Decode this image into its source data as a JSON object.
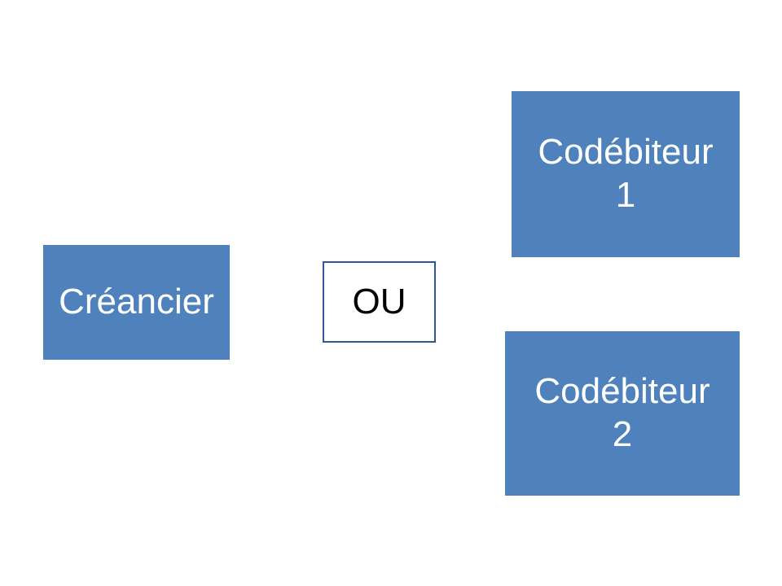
{
  "diagram": {
    "creditor": {
      "label": "Créancier"
    },
    "connector": {
      "label": "OU"
    },
    "co_debtor_1": {
      "line1": "Codébiteur",
      "line2": "1"
    },
    "co_debtor_2": {
      "line1": "Codébiteur",
      "line2": "2"
    },
    "colors": {
      "box_fill": "#4f81bd",
      "outline_box_border": "#2f5597",
      "text_on_fill": "#ffffff",
      "text_on_outline": "#000000"
    }
  }
}
